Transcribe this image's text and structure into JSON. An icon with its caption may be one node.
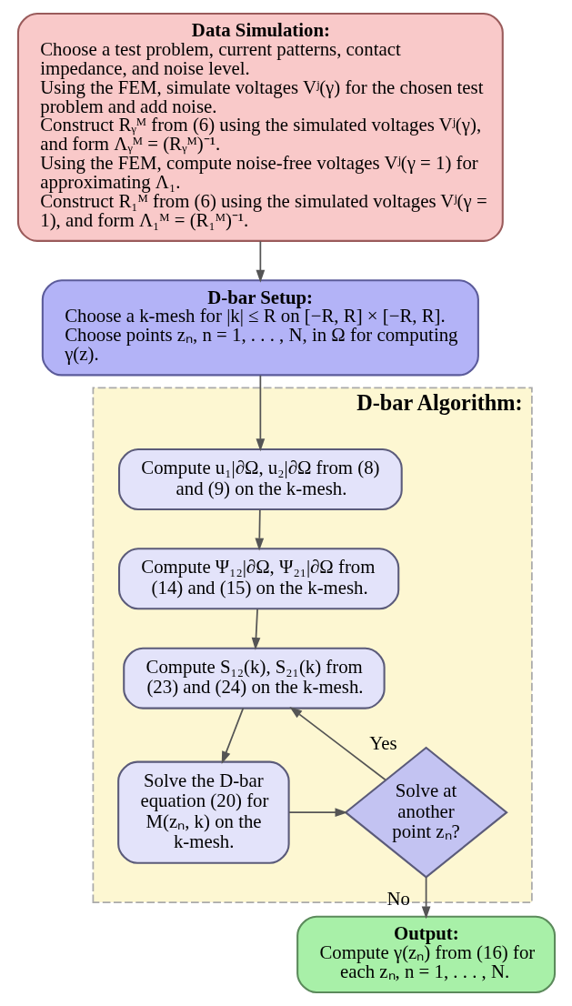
{
  "diagram": {
    "nodes": [
      {
        "text": [
          "Data Simulation:",
          "Choose a test problem, current patterns, contact impedance, and noise level.",
          "Using the FEM, simulate voltages Vʲ(γ) for the chosen test problem and add noise.",
          "Construct Rᵧᴹ from (6) using the simulated voltages Vʲ(γ), and form Λᵧᴹ = (Rᵧᴹ)⁻¹.",
          "Using the FEM, compute noise-free voltages Vʲ(γ = 1) for approximating Λ₁.",
          "Construct R₁ᴹ from (6) using the simulated voltages Vʲ(γ = 1), and form Λ₁ᴹ = (R₁ᴹ)⁻¹."
        ]
      },
      {
        "text": [
          "D-bar Setup:",
          "Choose a k-mesh for |k| ≤ R on [−R, R] × [−R, R].",
          "Choose points zₙ, n = 1, . . . , N, in Ω for computing γ(z)."
        ]
      },
      {
        "text": [
          "D-bar Algorithm:"
        ]
      },
      {
        "text": [
          "Compute u₁|∂Ω, u₂|∂Ω from (8) and (9) on the k-mesh."
        ],
        "in": 2
      },
      {
        "text": [
          "Compute Ψ₁₂|∂Ω, Ψ₂₁|∂Ω from (14) and (15) on the k-mesh."
        ],
        "in": 2
      },
      {
        "text": [
          "Compute S₁₂(k), S₂₁(k) from (23) and (24) on the k-mesh."
        ],
        "in": 2
      },
      {
        "text": [
          "Solve the D-bar equation (20) for M(zₙ, k) on the k-mesh."
        ],
        "in": 2
      },
      {
        "text": [
          "Solve at another point zₙ?"
        ],
        "in": 2
      },
      {
        "text": [
          "Output:",
          "Compute γ(zₙ) from (16) for each zₙ, n = 1, . . . , N."
        ]
      }
    ],
    "edges": [
      {
        "from": 0,
        "to": 1,
        "arrow": "to"
      },
      {
        "from": 1,
        "to": 3,
        "arrow": "to"
      },
      {
        "from": 3,
        "to": 4,
        "arrow": "to"
      },
      {
        "from": 4,
        "to": 5,
        "arrow": "to"
      },
      {
        "from": 5,
        "to": 6,
        "arrow": "to"
      },
      {
        "from": 6,
        "to": 7,
        "arrow": "to"
      },
      {
        "from": 7,
        "to": 5,
        "arrow": "to",
        "label": "Yes"
      },
      {
        "from": 7,
        "to": 8,
        "arrow": "to",
        "label": "No"
      }
    ]
  }
}
